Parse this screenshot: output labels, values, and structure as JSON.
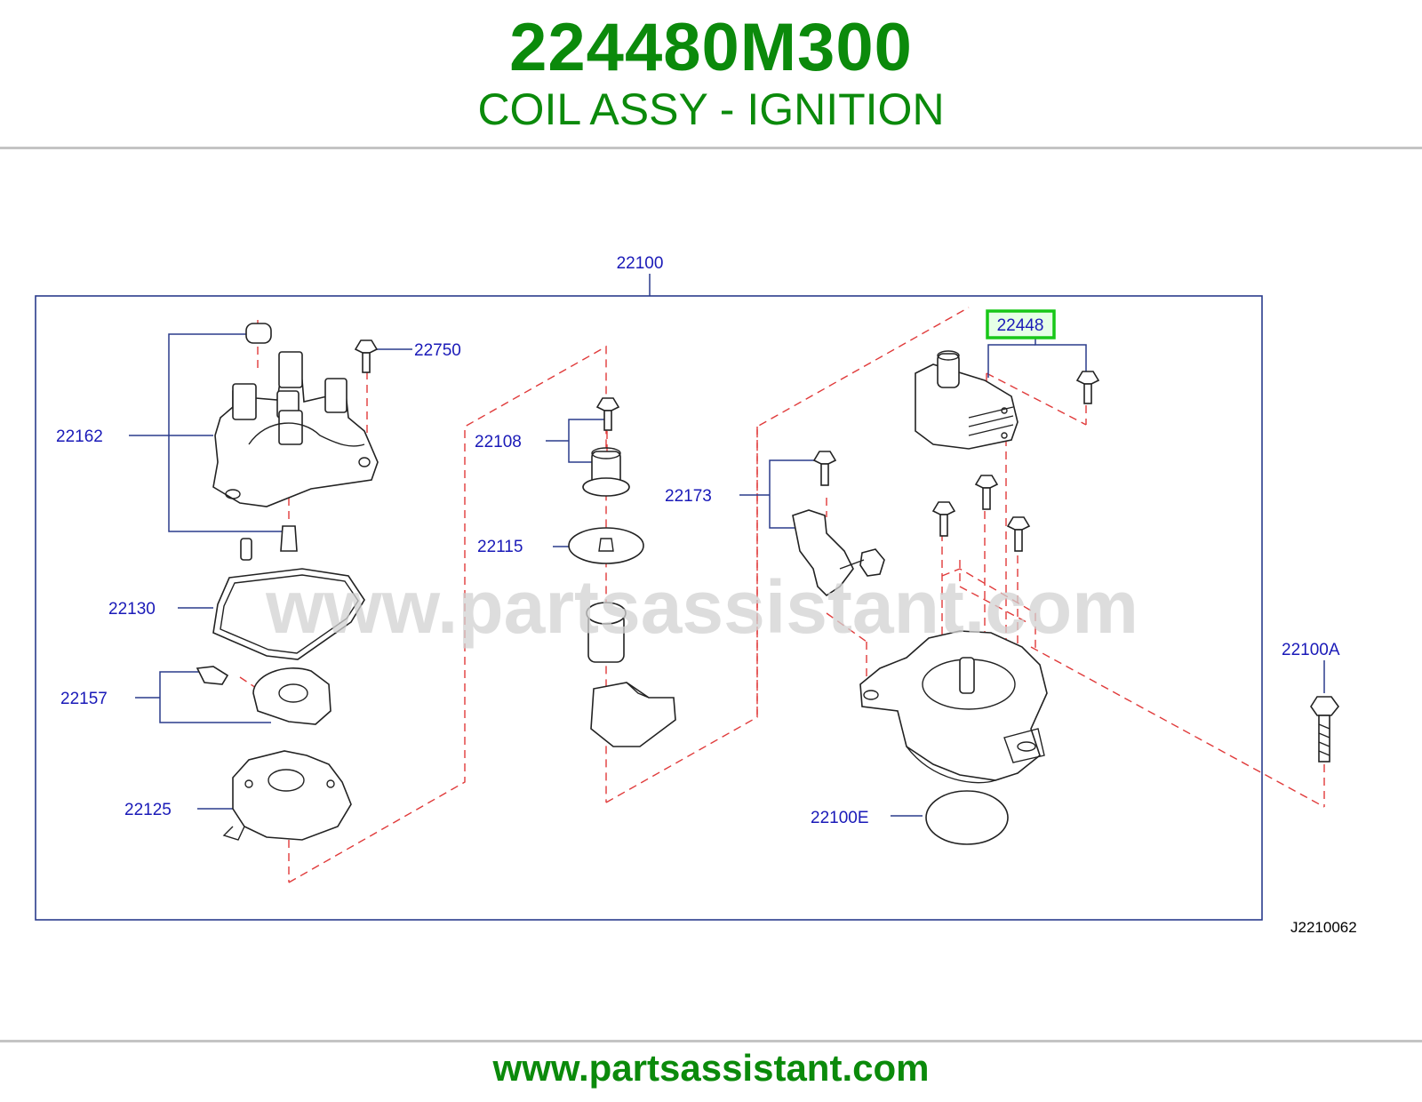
{
  "header": {
    "part_number": "224480M300",
    "part_name": "COIL ASSY - IGNITION"
  },
  "callouts": {
    "c22100": "22100",
    "c22162": "22162",
    "c22750": "22750",
    "c22108": "22108",
    "c22115": "22115",
    "c22130": "22130",
    "c22157": "22157",
    "c22125": "22125",
    "c22173": "22173",
    "c22448": "22448",
    "c22100A": "22100A",
    "c22100E": "22100E"
  },
  "highlight": {
    "part": "22448",
    "color": "#18c718"
  },
  "diagram_ref": "J2210062",
  "watermark": "www.partsassistant.com",
  "footer": {
    "url": "www.partsassistant.com"
  },
  "colors": {
    "brand_green": "#0b8a0b",
    "callout_blue": "#1a1ab8",
    "frame_blue": "#2a3b8c",
    "dashed_red": "#e03a3a"
  }
}
